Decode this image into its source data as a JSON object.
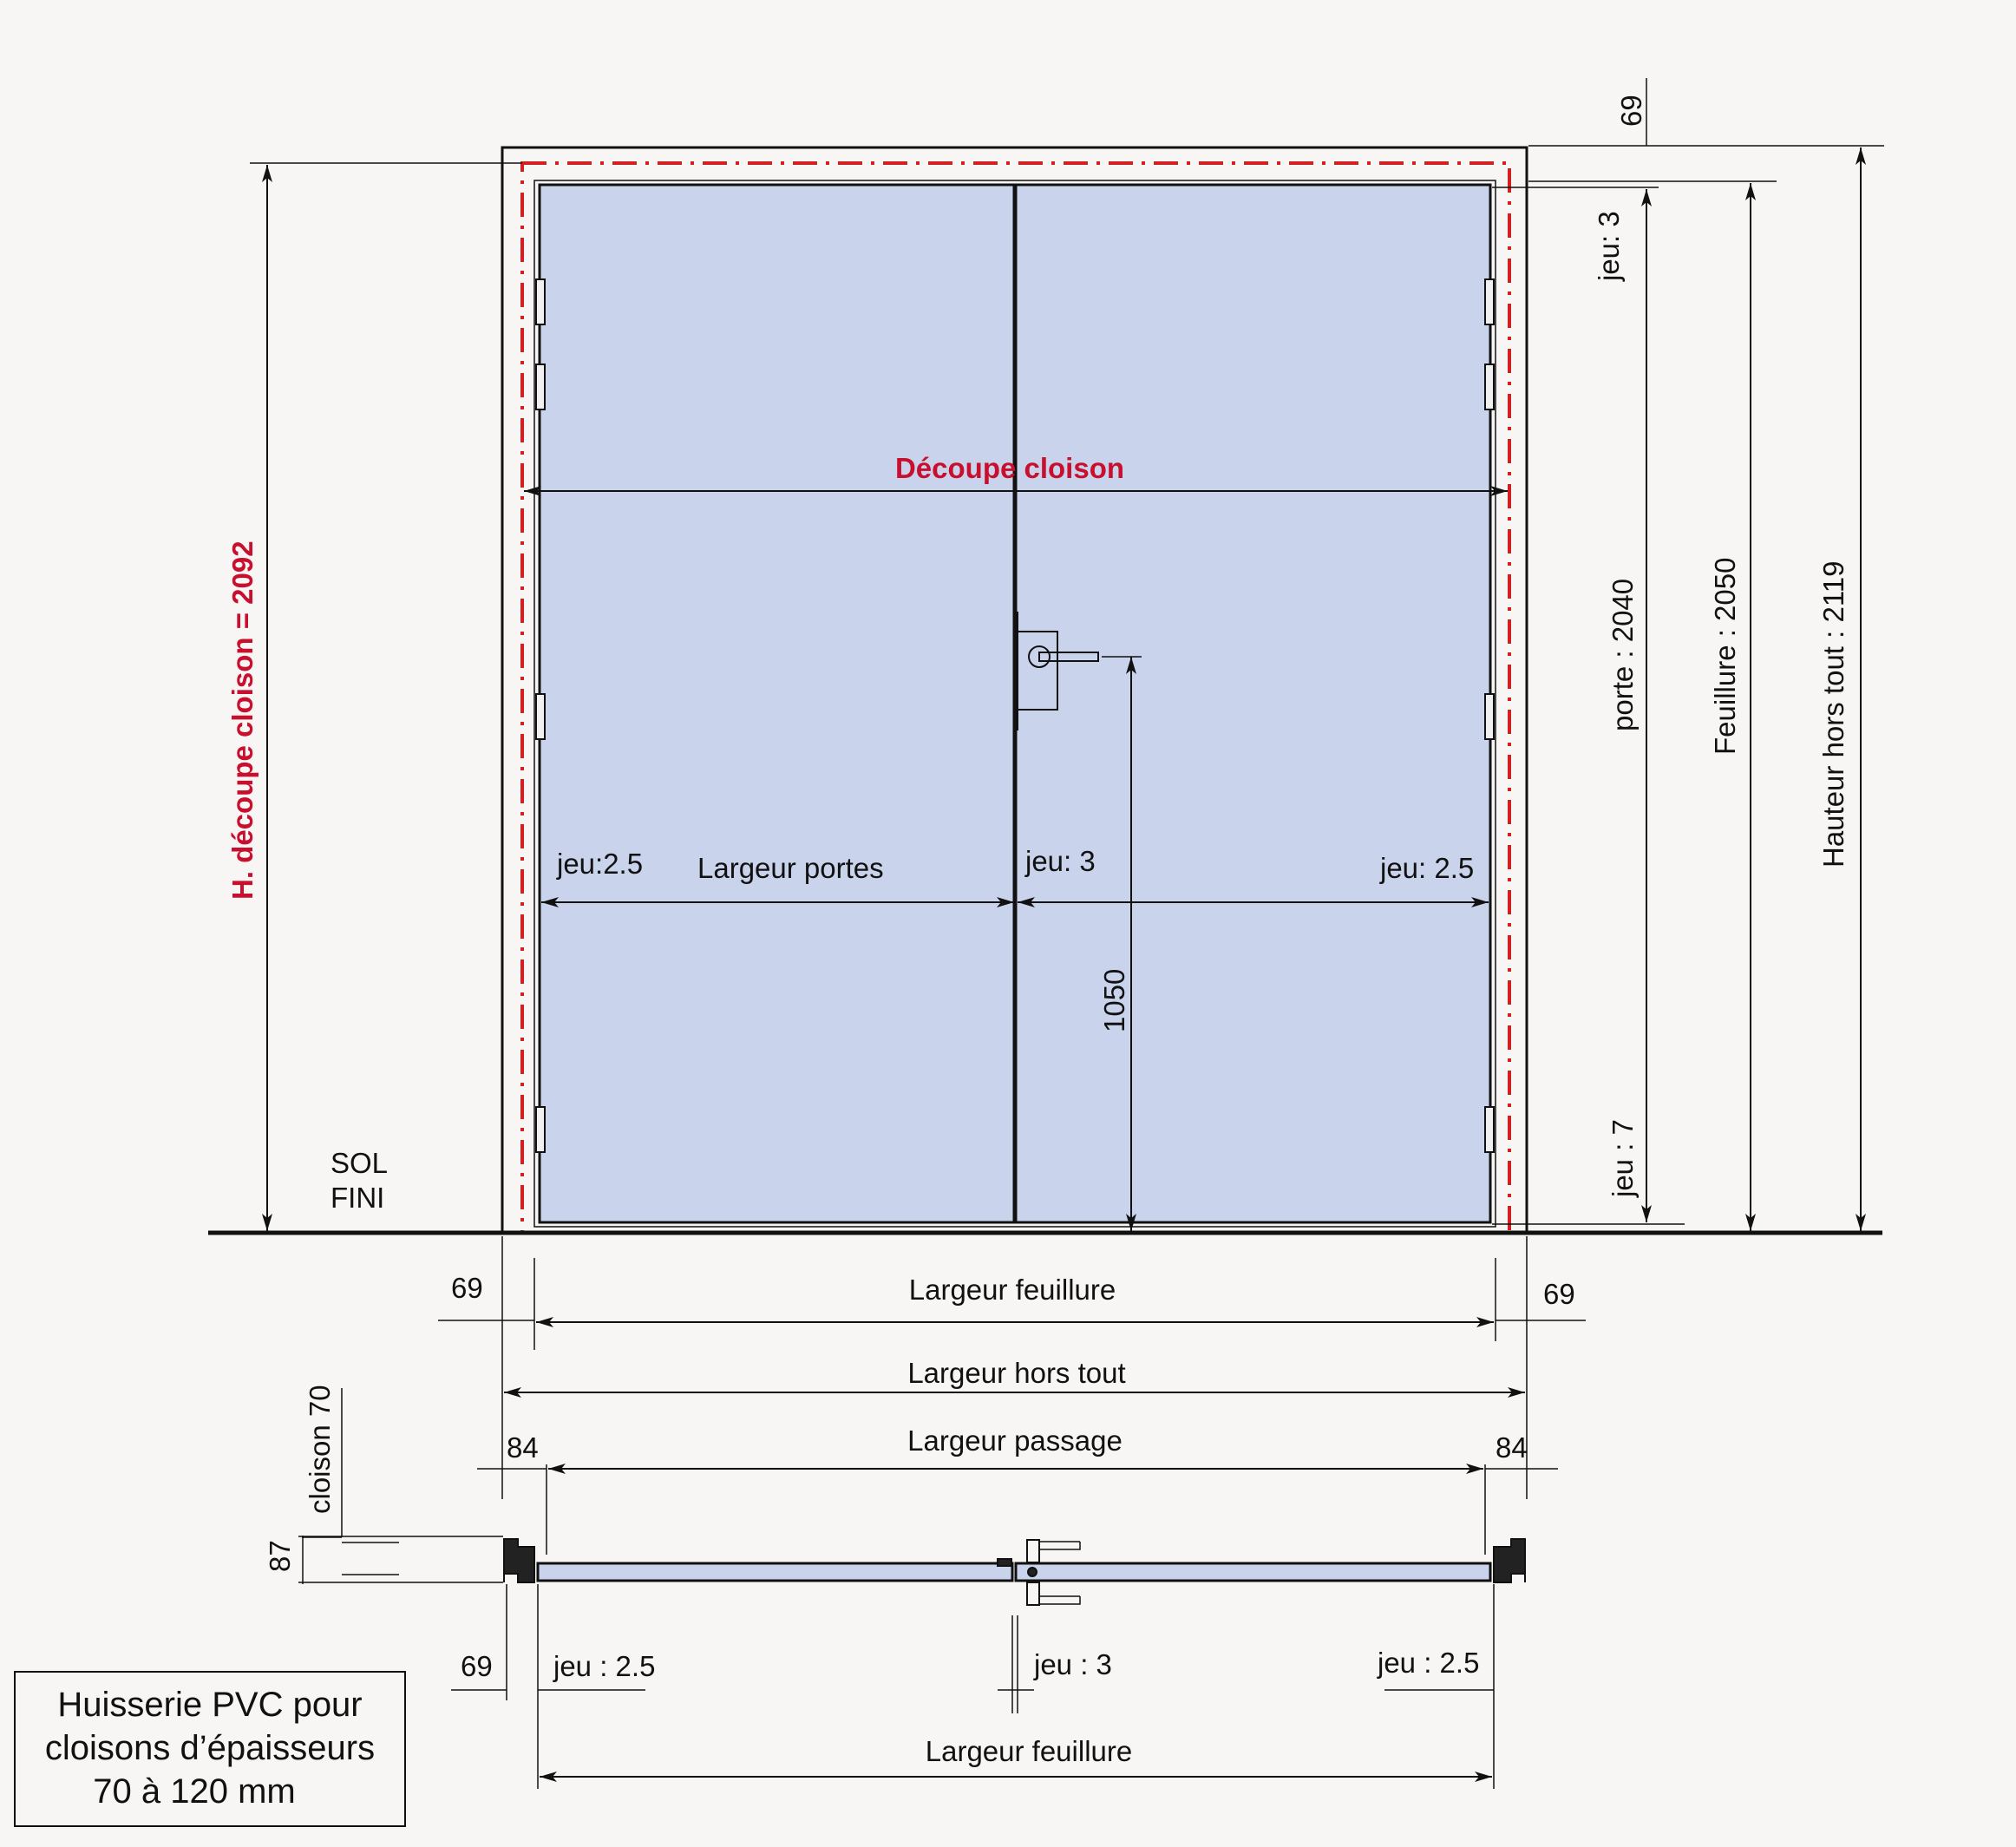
{
  "title_box": {
    "line1": "Huisserie PVC pour",
    "line2": "cloisons d’épaisseurs",
    "line3": "70 à 120 mm"
  },
  "elevation": {
    "cut_label": "Découpe cloison",
    "cut_height_label": "H. découpe cloison = 2092",
    "floor_line1": "SOL",
    "floor_line2": "FINI",
    "gap_left": "jeu:2.5",
    "door_width": "Largeur portes",
    "gap_center": "jeu: 3",
    "gap_right": "jeu: 2.5",
    "handle_height": "1050",
    "top_profile": "69",
    "gap_top": "jeu: 3",
    "gap_bottom": "jeu : 7",
    "door_height": "porte : 2040",
    "rebate_height": "Feuillure : 2050",
    "overall_height": "Hauteur hors tout : 2119",
    "side_left": "69",
    "side_right": "69",
    "rebate_width": "Largeur feuillure",
    "overall_width": "Largeur hors tout"
  },
  "section": {
    "passage_left": "84",
    "passage_right": "84",
    "passage_width": "Largeur passage",
    "partition": "cloison  70",
    "depth": "87",
    "side_left": "69",
    "gap_left": "jeu : 2.5",
    "gap_center": "jeu : 3",
    "gap_right": "jeu : 2.5",
    "rebate_width": "Largeur feuillure"
  },
  "colors": {
    "cut_line": "#d22020",
    "door_leaf": "#c9d3ec",
    "ink": "#111111"
  }
}
